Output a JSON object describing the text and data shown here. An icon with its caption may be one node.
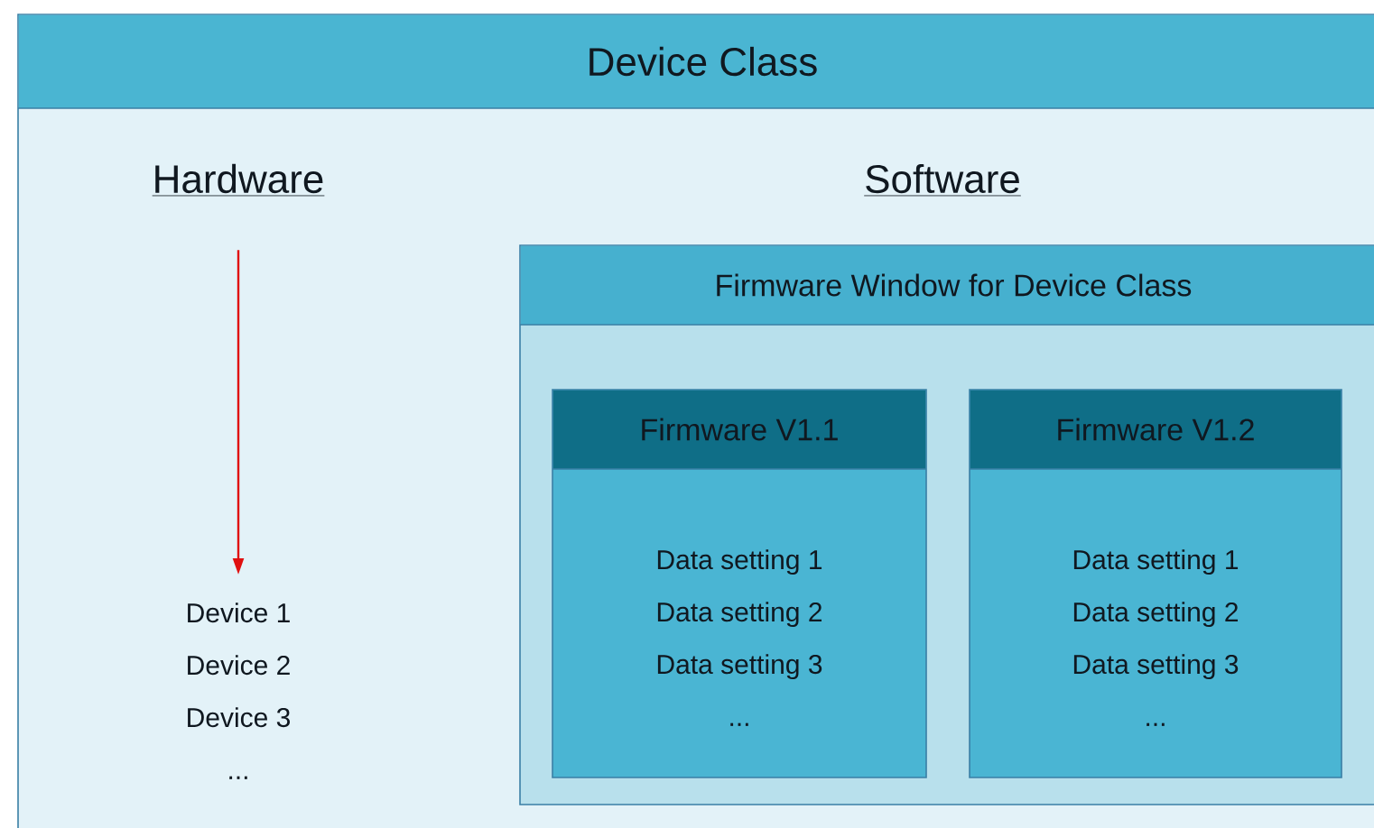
{
  "diagram": {
    "nodes": [
      {
        "text": [
          "Device Class"
        ]
      },
      {
        "text": [
          "Hardware"
        ],
        "in": 0
      },
      {
        "text": [
          "Device 1 Device 2 Device 3 ..."
        ],
        "in": 0
      },
      {
        "text": [
          "Firmware Window for Device Class"
        ],
        "in": 0
      },
      {
        "text": [
          "Firmware V1.1",
          "Data setting 1 Data setting 2 Data setting 3 ..."
        ],
        "in": 3
      },
      {
        "text": [
          "Firmware V1.2",
          "Data setting 1 Data setting 2 Data setting 3 ..."
        ],
        "in": 3
      }
    ],
    "edges": [
      {
        "from": 1,
        "to": 2,
        "arrow": "to",
        "color": "#e01010"
      }
    ],
    "labels": [
      "Software"
    ]
  }
}
